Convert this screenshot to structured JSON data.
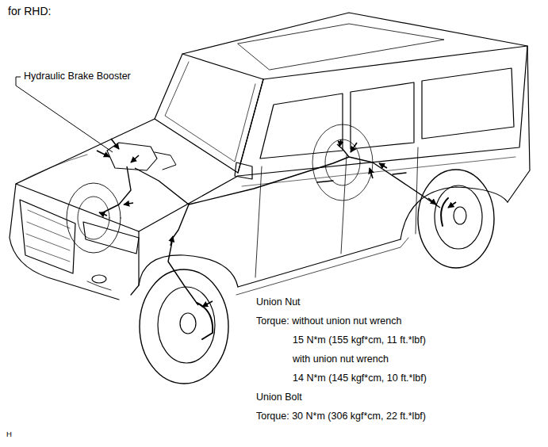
{
  "diagram": {
    "title": "for RHD:",
    "labels": [
      "Hydraulic Brake Booster",
      "Union Nut",
      "Torque: without union nut wrench",
      "15 N*m (155 kgf*cm, 11 ft.*lbf)",
      "with union nut wrench",
      "14 N*m (145 kgf*cm, 10 ft.*lbf)",
      "Union Bolt",
      "Torque: 30 N*m (306 kgf*cm, 22 ft.*lbf)",
      "H"
    ]
  }
}
